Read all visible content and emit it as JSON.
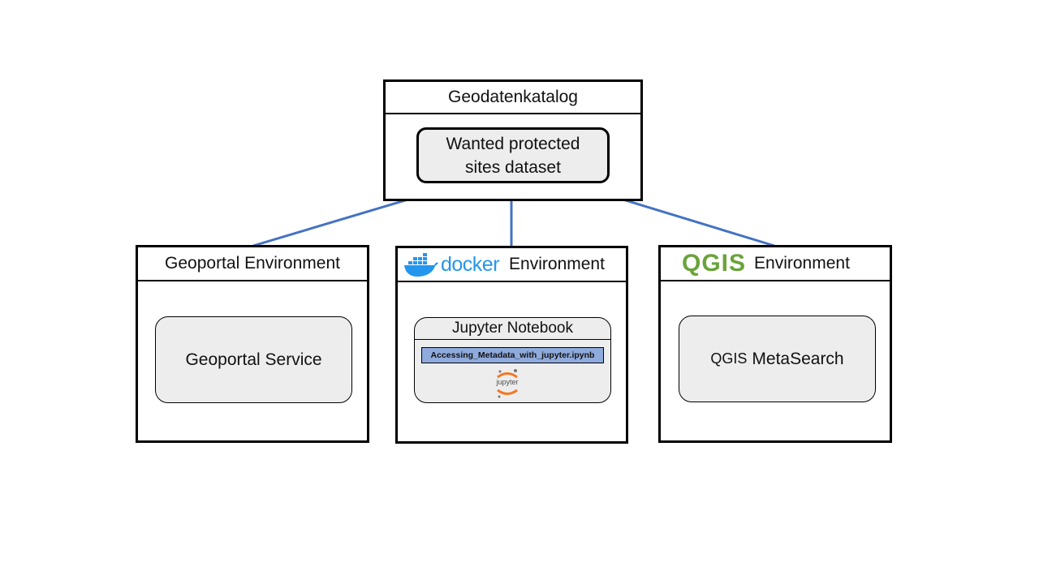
{
  "catalog": {
    "title": "Geodatenkatalog",
    "dataset_line1": "Wanted protected",
    "dataset_line2": "sites dataset"
  },
  "environments": {
    "geoportal": {
      "title": "Geoportal Environment",
      "service": "Geoportal Service"
    },
    "docker": {
      "logo_text": "docker",
      "title": "Environment",
      "notebook_title": "Jupyter Notebook",
      "notebook_file": "Accessing_Metadata_with_jupyter.ipynb",
      "jupyter_logo_text": "jupyter"
    },
    "qgis": {
      "logo_text": "QGIS",
      "title": "Environment",
      "service_prefix": "QGIS",
      "service_name": "MetaSearch"
    }
  },
  "colors": {
    "arrow": "#4472c4",
    "box_fill": "#ededed",
    "file_fill": "#8faadc",
    "docker_blue": "#2496ed",
    "qgis_green": "#6aa33a",
    "jupyter_orange": "#f37726"
  }
}
